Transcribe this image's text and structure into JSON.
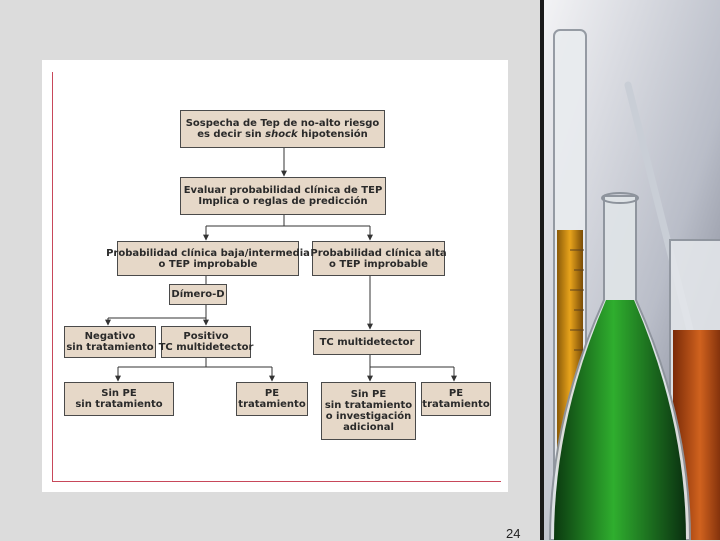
{
  "flowchart": {
    "n1_line1": "Sospecha de Tep de no-alto riesgo",
    "n1_line2_a": "es decir sin ",
    "n1_line2_b": "shock",
    "n1_line2_c": " hipotensión",
    "n2_line1": "Evaluar probabilidad clínica de TEP",
    "n2_line2": "Implica o reglas de predicción",
    "n3_line1": "Probabilidad clínica baja/intermedia",
    "n3_line2": "o TEP improbable",
    "n4_line1": "Probabilidad clínica alta",
    "n4_line2": "o TEP improbable",
    "n5": "Dímero-D",
    "n6_line1": "Negativo",
    "n6_line2": "sin tratamiento",
    "n7_line1": "Positivo",
    "n7_line2": "TC multidetector",
    "n8": "TC multidetector",
    "n9_line1": "Sin PE",
    "n9_line2": "sin tratamiento",
    "n10_line1": "PE",
    "n10_line2": "tratamiento",
    "n11_line1": "Sin PE",
    "n11_line2": "sin tratamiento",
    "n11_line3": "o investigación",
    "n11_line4": "adicional",
    "n12_line1": "PE",
    "n12_line2": "tratamiento"
  },
  "page_number": "24",
  "colors": {
    "node_fill": "#e6d8c8",
    "node_border": "#4a4a4a",
    "frame_line": "#c8485a",
    "background": "#dcdcdc"
  }
}
